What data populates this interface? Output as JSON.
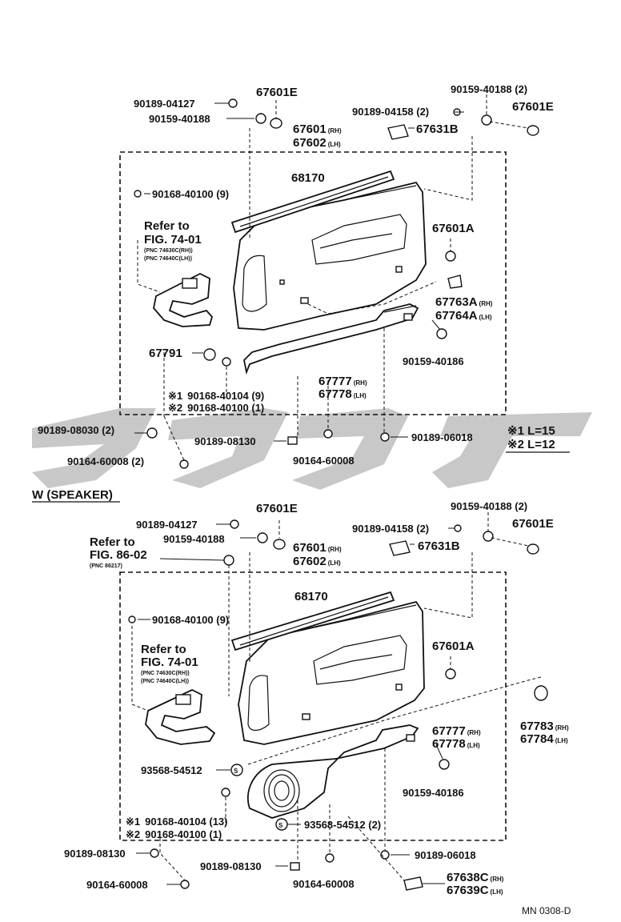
{
  "top": {
    "labels": {
      "p90189_04127": "90189-04127",
      "p90159_40188": "90159-40188",
      "p67601E_a": "67601E",
      "p67601_rh": "67601",
      "p67602_lh": "67602",
      "p90159_40188_2": "90159-40188 (2)",
      "p90189_04158_2": "90189-04158 (2)",
      "p67601E_b": "67601E",
      "p67631B": "67631B",
      "p68170": "68170",
      "p90168_40100_9": "90168-40100 (9)",
      "p67601A": "67601A",
      "p67763A": "67763A",
      "p67764A": "67764A",
      "p67791": "67791",
      "p90159_40186": "90159-40186",
      "p90168_40104_9": "90168-40104 (9)",
      "p90168_40100_1": "90168-40100 (1)",
      "p67777": "67777",
      "p67778": "67778",
      "p90189_08030_2": "90189-08030 (2)",
      "p90189_08130": "90189-08130",
      "p90189_06018": "90189-06018",
      "p90164_60008_2": "90164-60008 (2)",
      "p90164_60008": "90164-60008",
      "refer_to": "Refer to",
      "fig": "FIG. 74-01",
      "pnc_rh": "(PNC 74630C(RH))",
      "pnc_lh": "(PNC 74640C(LH))",
      "mark1": "※1",
      "mark2": "※2"
    },
    "legend": {
      "l1": "※1 L=15",
      "l2": "※2 L=12"
    }
  },
  "section_title": "W (SPEAKER)",
  "bottom": {
    "labels": {
      "p90189_04127": "90189-04127",
      "p90159_40188": "90159-40188",
      "p67601E_a": "67601E",
      "p67601_rh": "67601",
      "p67602_lh": "67602",
      "p90159_40188_2": "90159-40188 (2)",
      "p90189_04158_2": "90189-04158 (2)",
      "p67601E_b": "67601E",
      "p67631B": "67631B",
      "refer_to_86": "Refer to",
      "fig_86": "FIG. 86-02",
      "pnc_86": "(PNC 86217)",
      "p68170": "68170",
      "p90168_40100_9": "90168-40100 (9)",
      "refer_to": "Refer to",
      "fig": "FIG. 74-01",
      "pnc_rh": "(PNC 74630C(RH))",
      "pnc_lh": "(PNC 74640C(LH))",
      "p67601A": "67601A",
      "p67777": "67777",
      "p67778": "67778",
      "p67783": "67783",
      "p67784": "67784",
      "p93568_54512": "93568-54512",
      "p93568_54512_2": "93568-54512 (2)",
      "s_mark": "S",
      "p90159_40186": "90159-40186",
      "p90168_40104_13": "90168-40104 (13)",
      "p90168_40100_1": "90168-40100 (1)",
      "mark1": "※1",
      "mark2": "※2",
      "p90189_06018": "90189-06018",
      "p90189_08130_a": "90189-08130",
      "p90189_08130_b": "90189-08130",
      "p90164_60008_a": "90164-60008",
      "p90164_60008_b": "90164-60008",
      "p67638C": "67638C",
      "p67639C": "67639C"
    }
  },
  "suffix": {
    "rh": "(RH)",
    "lh": "(LH)"
  },
  "footer_code": "MN 0308-D"
}
